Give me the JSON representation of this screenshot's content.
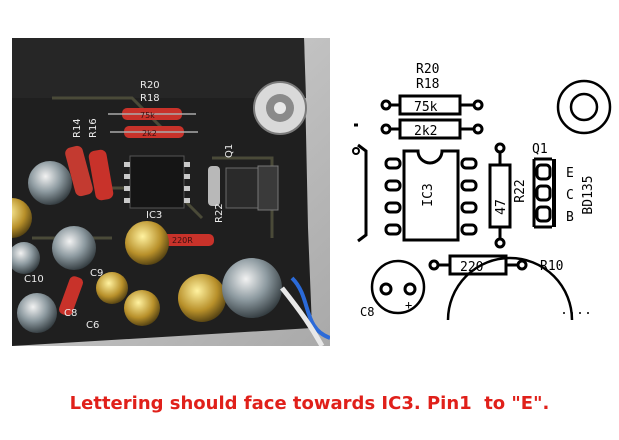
{
  "photo": {
    "labels": [
      "R20",
      "R18",
      "R14",
      "R16",
      "IC3",
      "Q1",
      "R22",
      "C10",
      "C9",
      "C8",
      "C6"
    ],
    "resistor_marks": [
      "75k",
      "2k2",
      "220R"
    ]
  },
  "silkscreen": {
    "r20": "R20",
    "r18": "R18",
    "r20_value": "75k",
    "r18_value": "2k2",
    "ic": "IC3",
    "r22": "R22",
    "r22_value": "47",
    "q1": "Q1",
    "pin_e": "E",
    "pin_c": "C",
    "pin_b": "B",
    "transistor": "BD135",
    "r10": "R10",
    "r10_value": "220",
    "plus": "+",
    "c8": "C8"
  },
  "caption": "Lettering should face towards IC3. Pin1  to \"E\".",
  "colors": {
    "caption": "#e0201a",
    "resistor_red": "#c8322a",
    "board": "#1e1e1e"
  }
}
